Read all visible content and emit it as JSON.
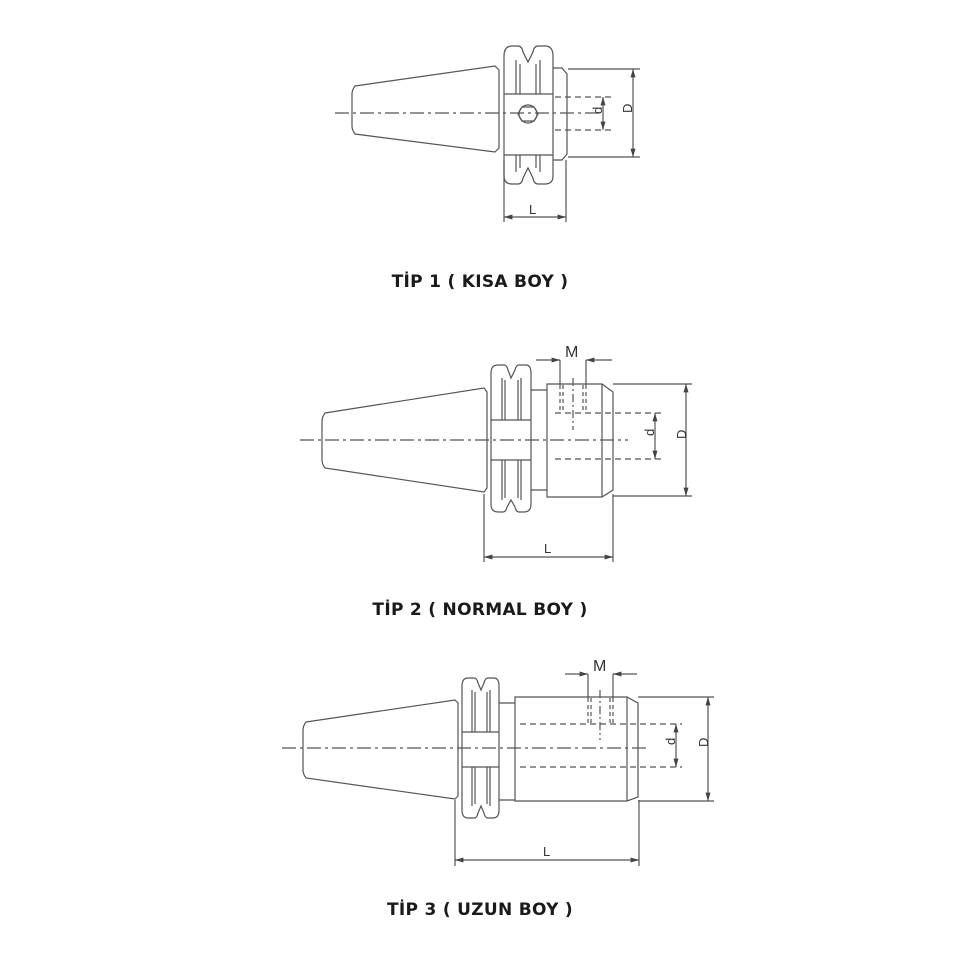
{
  "figures": [
    {
      "id": "tip1",
      "caption": "TİP 1 ( KISA BOY )",
      "dimension_labels": {
        "length": "L",
        "outer_diameter": "D",
        "bore_diameter": "d"
      }
    },
    {
      "id": "tip2",
      "caption": "TİP 2 ( NORMAL BOY )",
      "dimension_labels": {
        "length": "L",
        "outer_diameter": "D",
        "bore_diameter": "d",
        "screw": "M"
      }
    },
    {
      "id": "tip3",
      "caption": "TİP 3 ( UZUN BOY )",
      "dimension_labels": {
        "length": "L",
        "outer_diameter": "D",
        "bore_diameter": "d",
        "screw": "M"
      }
    }
  ],
  "colors": {
    "line": "#555555",
    "text": "#1a1a1a",
    "background": "#ffffff"
  }
}
